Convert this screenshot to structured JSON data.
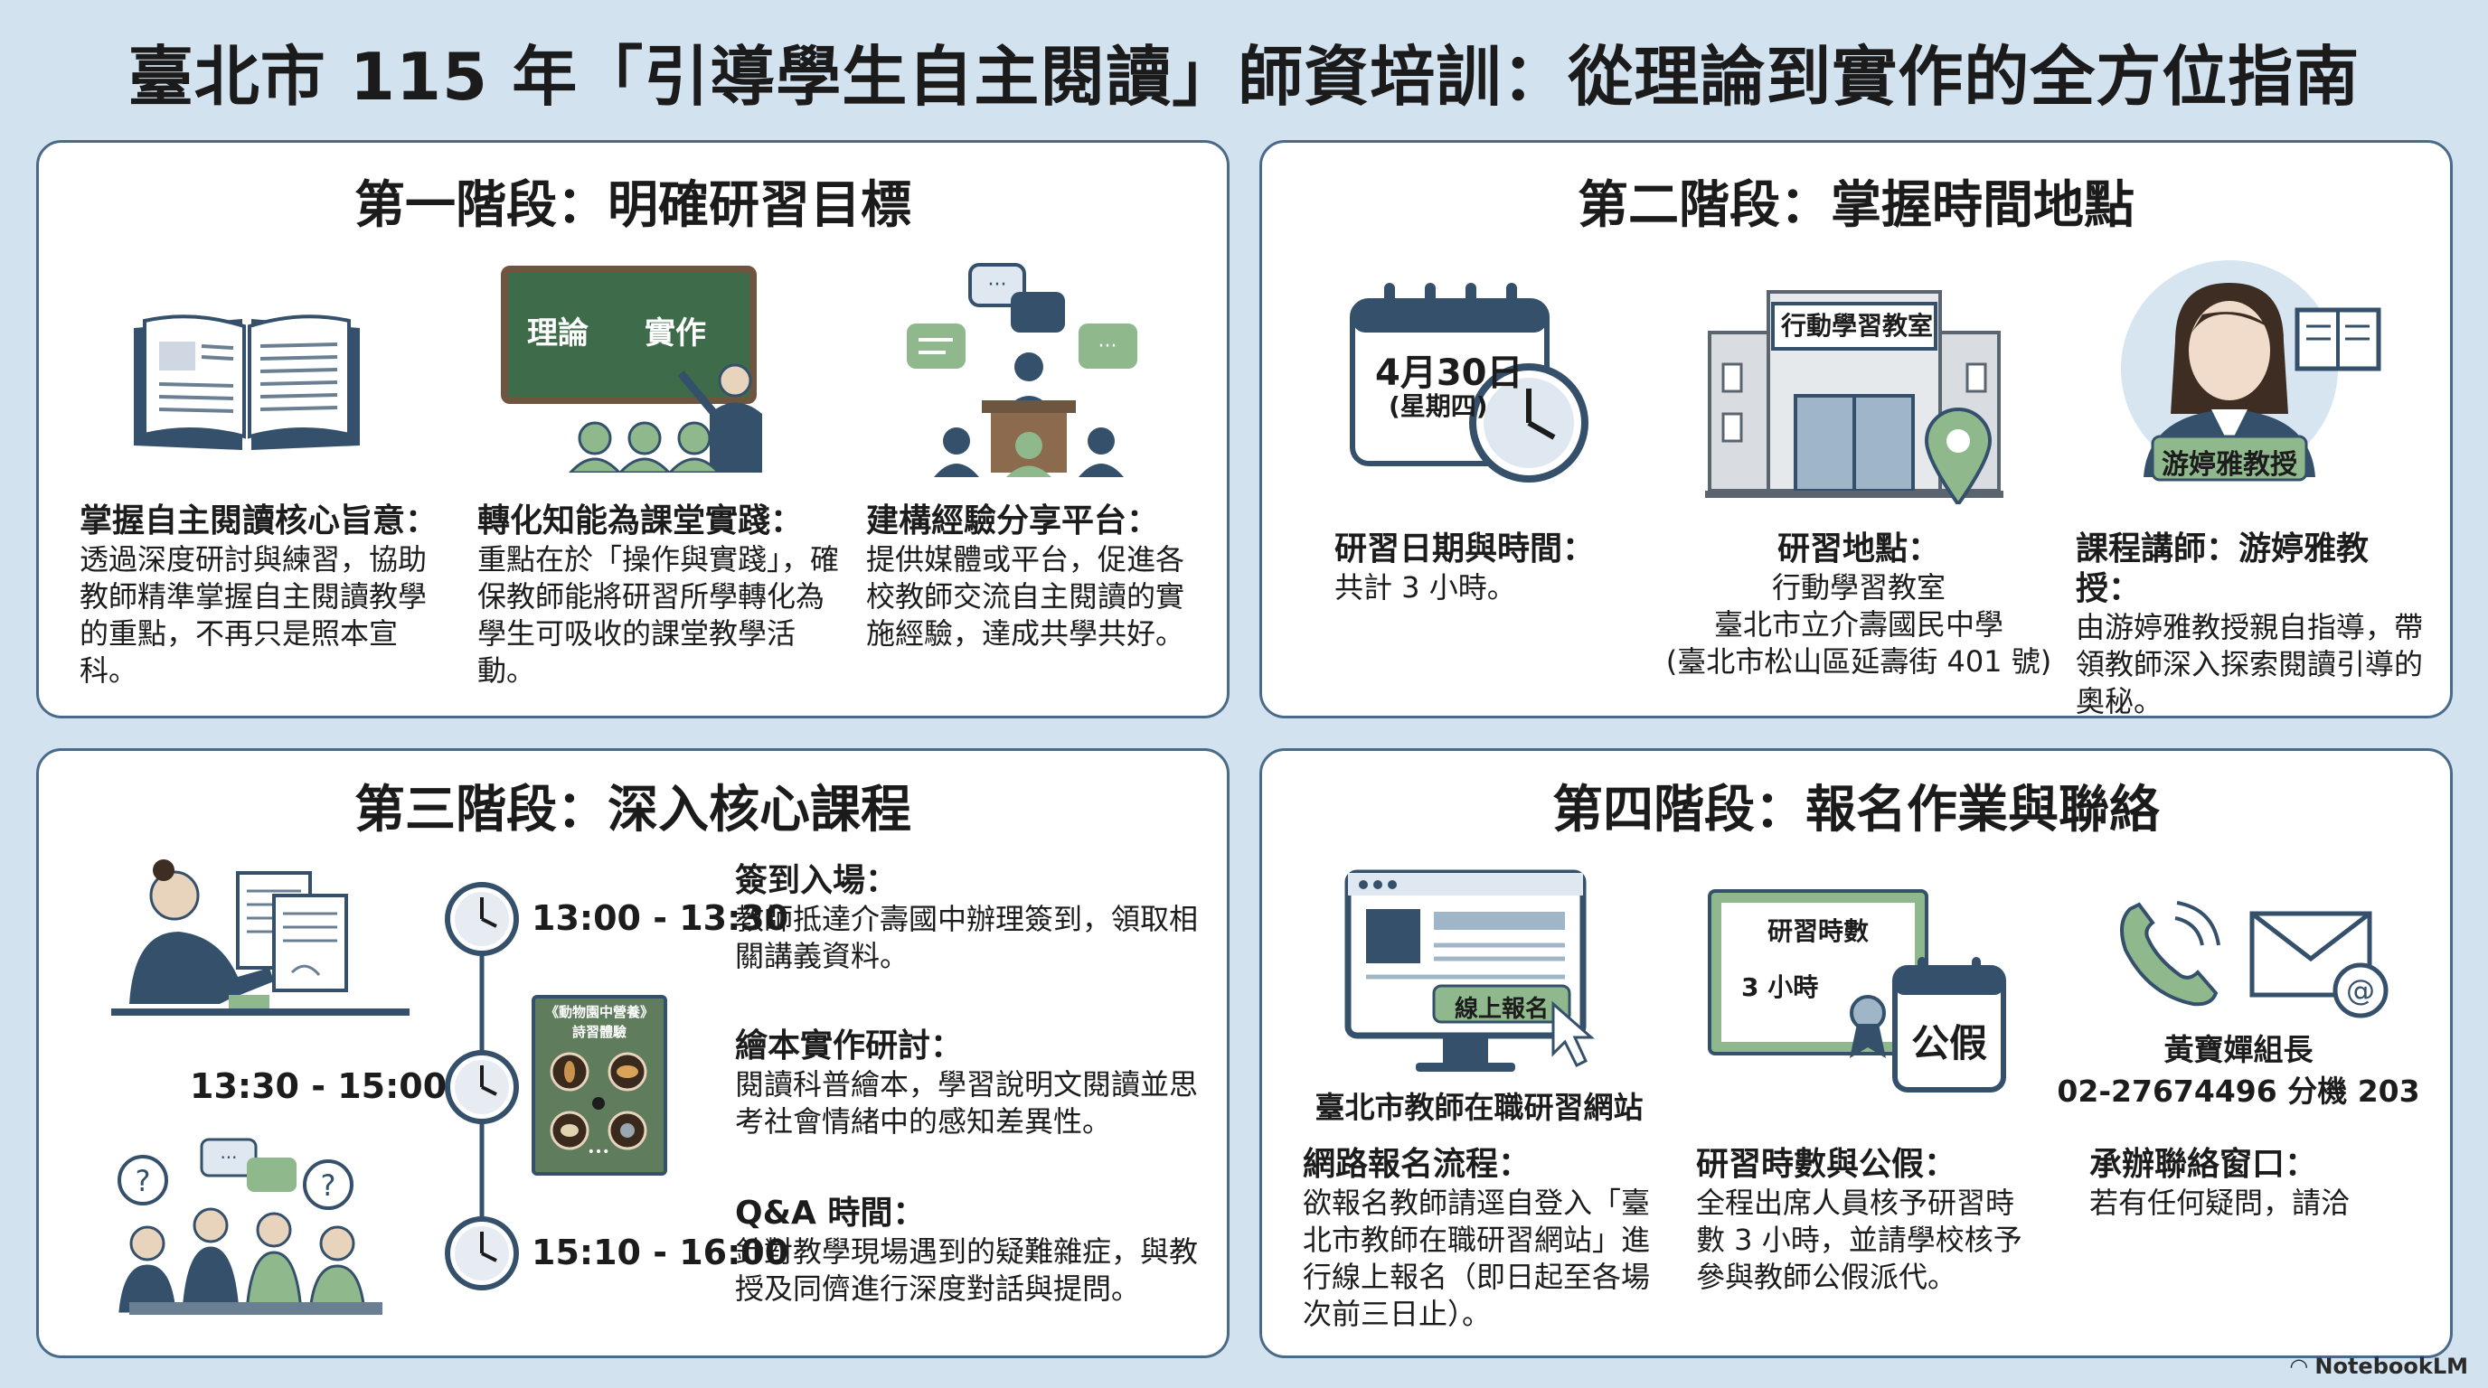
{
  "title": "臺北市 115 年「引導學生自主閱讀」師資培訓：從理論到實作的全方位指南",
  "stage1": {
    "title": "第一階段：明確研習目標",
    "items": [
      {
        "heading": "掌握自主閱讀核心旨意：",
        "body": "透過深度研討與練習，協助教師精準掌握自主閱讀教學的重點，不再只是照本宣科。"
      },
      {
        "heading": "轉化知能為課堂實踐：",
        "body": "重點在於「操作與實踐」，確保教師能將研習所學轉化為學生可吸收的課堂教學活動。"
      },
      {
        "heading": "建構經驗分享平台：",
        "body": "提供媒體或平台，促進各校教師交流自主閱讀的實施經驗，達成共學共好。"
      }
    ],
    "board_theory": "理論",
    "board_practice": "實作"
  },
  "stage2": {
    "title": "第二階段：掌握時間地點",
    "calendar_date": "4月30日",
    "calendar_weekday": "(星期四)",
    "building_sign": "行動學習教室",
    "teacher_badge": "游婷雅教授",
    "date_heading": "研習日期與時間：",
    "date_body": "共計 3 小時。",
    "place_heading": "研習地點：",
    "place_lines": [
      "行動學習教室",
      "臺北市立介壽國民中學",
      "(臺北市松山區延壽街 401 號)"
    ],
    "lecturer_heading": "課程講師：游婷雅教授：",
    "lecturer_body": "由游婷雅教授親自指導，帶領教師深入探索閱讀引導的奧秘。"
  },
  "stage3": {
    "title": "第三階段：深入核心課程",
    "times": [
      "13:00 - 13:30",
      "13:30 - 15:00",
      "15:10 - 16:00"
    ],
    "book_title": "《動物園中營養》",
    "book_subtitle": "詩習體驗",
    "sessions": [
      {
        "heading": "簽到入場：",
        "body": "教師抵達介壽國中辦理簽到，領取相關講義資料。"
      },
      {
        "heading": "繪本實作研討：",
        "body": "閱讀科普繪本，學習說明文閱讀並思考社會情緒中的感知差異性。"
      },
      {
        "heading": "Q&A 時間：",
        "body": "針對教學現場遇到的疑難雜症，與教授及同儕進行深度對話與提問。"
      }
    ]
  },
  "stage4": {
    "title": "第四階段：報名作業與聯絡",
    "monitor_button": "線上報名",
    "site_caption": "臺北市教師在職研習網站",
    "cert_title": "研習時數",
    "cert_hours": "3 小時",
    "leave_label": "公假",
    "contact_name": "黃寶嬋組長",
    "contact_phone": "02-27674496 分機 203",
    "reg_heading": "網路報名流程：",
    "reg_body": "欲報名教師請逕自登入「臺北市教師在職研習網站」進行線上報名（即日起至各場次前三日止）。",
    "hours_heading": "研習時數與公假：",
    "hours_body": "全程出席人員核予研習時數 3 小時，並請學校核予參與教師公假派代。",
    "contact_heading": "承辦聯絡窗口：",
    "contact_body": "若有任何疑問，請洽"
  },
  "footer": "NotebookLM",
  "colors": {
    "navy": "#34506b",
    "green": "#8fb88d",
    "board": "#3e6b4a",
    "panel_border": "#4a6a8a",
    "bg": "#d2e2ef"
  }
}
